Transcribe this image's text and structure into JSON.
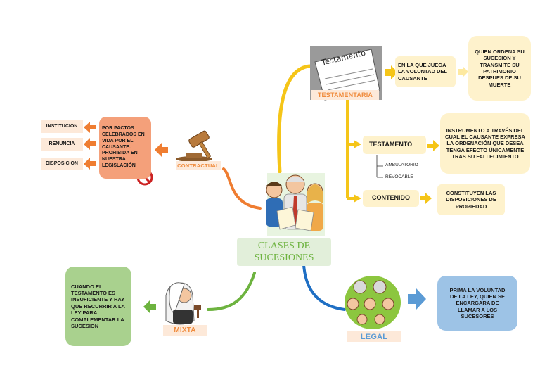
{
  "center": {
    "title_line1": "CLASES DE",
    "title_line2": "SUCESIONES"
  },
  "testamentaria": {
    "label": "TESTAMENTARIA",
    "paper_text": "Testamento",
    "role": "EN LA QUE JUEGA LA VOLUNTAD DEL CAUSANTE",
    "role_detail": "QUIEN ORDENA SU SUCESION Y TRANSMITE SU PATRIMONIO DESPUES DE SU MUERTE",
    "testamento_label": "TESTAMENTO",
    "testamento_detail": "INSTRUMENTO A TRAVÉS DEL CUAL EL CAUSANTE EXPRESA LA ORDENACIÓN QUE DESEA TENGA EFECTO ÚNICAMENTE TRAS SU FALLECIMIENTO",
    "feature1": "AMBULATORIO",
    "feature2": "REVOCABLE",
    "contenido_label": "CONTENIDO",
    "contenido_detail": "CONSTITUYEN LAS DISPOSICIONES DE PROPIEDAD"
  },
  "contractual": {
    "label": "CONTRACTUAL",
    "detail": "POR PACTOS CELEBRADOS EN VIDA POR EL CAUSANTE. PROHIBIDA EN NUESTRA LEGISLACIÓN",
    "items": [
      "INSTITUCION",
      "RENUNCIA",
      "DISPOSICION"
    ]
  },
  "mixta": {
    "label": "MIXTA",
    "detail": "CUANDO EL TESTAMENTO ES INSUFICIENTE Y HAY QUE RECURRIR A LA LEY PARA COMPLEMENTAR LA SUCESION"
  },
  "legal": {
    "label": "LEGAL",
    "detail": "PRIMA LA VOLUNTAD DE LA LEY, QUIEN SE ENCARGARA DE LLAMAR A LOS SUCESORES"
  },
  "colors": {
    "orange": "#ef7d31",
    "yellow": "#f5c518",
    "green": "#6db33f",
    "blue": "#1f6fc4",
    "peach": "#fde9d9",
    "cream": "#fef2cc",
    "light_green": "#e2efda",
    "light_blue": "#9dc3e6"
  }
}
